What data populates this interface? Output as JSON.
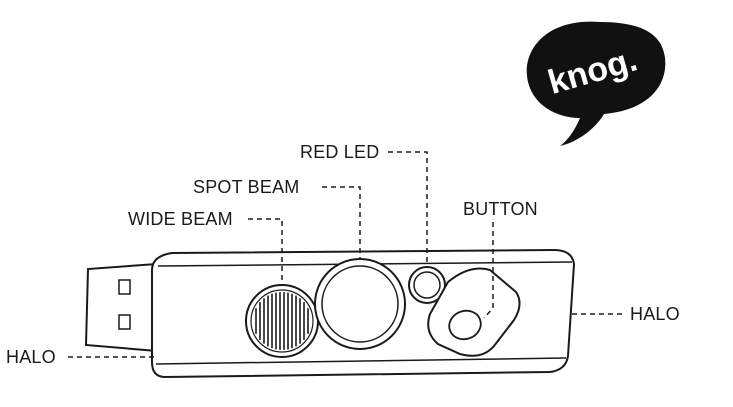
{
  "brand": {
    "logo_text": "knog."
  },
  "labels": {
    "red_led": "RED LED",
    "spot_beam": "SPOT BEAM",
    "wide_beam": "WIDE BEAM",
    "button": "BUTTON",
    "halo_right": "HALO",
    "halo_left": "HALO"
  },
  "colors": {
    "ink": "#1a1a1a",
    "paper": "#ffffff"
  }
}
